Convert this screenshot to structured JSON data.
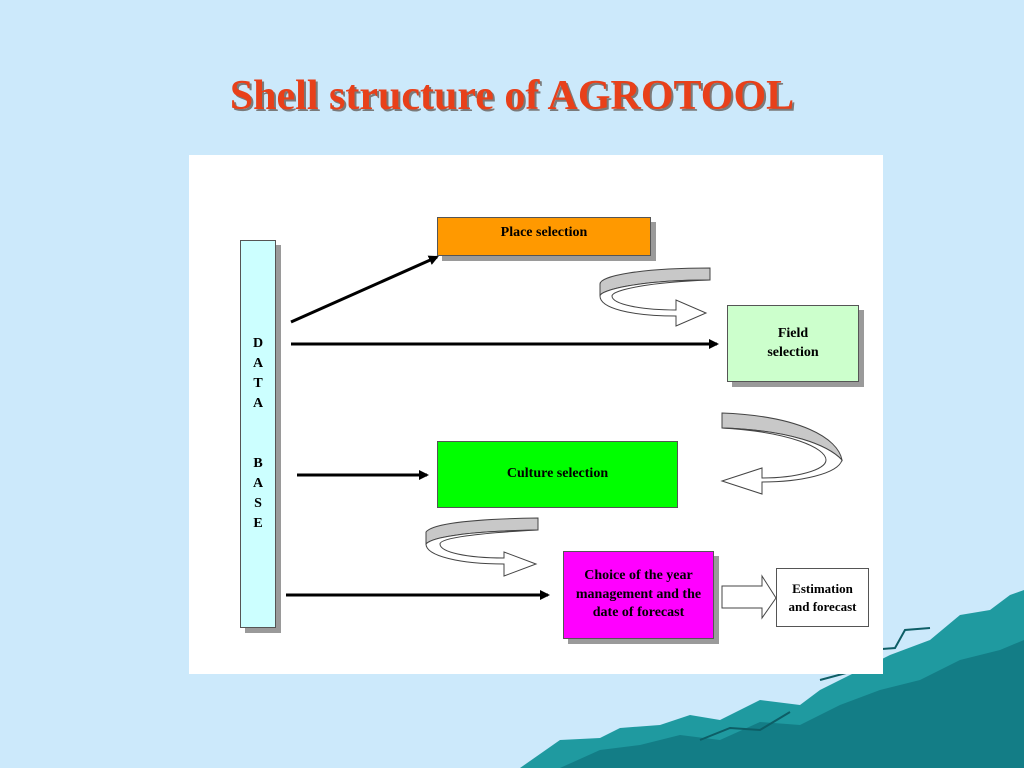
{
  "slide": {
    "title": "Shell structure of AGROTOOL"
  },
  "diagram": {
    "database_letters": [
      "D",
      "A",
      "T",
      "A",
      "",
      "B",
      "A",
      "S",
      "E"
    ],
    "place_selection": "Place selection",
    "field_selection": "Field selection",
    "culture_selection": "Culture selection",
    "choice": "Choice of the year management and the date of forecast",
    "estimation": "Estimation and forecast"
  },
  "colors": {
    "title": "#e8401a",
    "background": "#cce9fb",
    "database": "#ccffff",
    "place_selection": "#ff9900",
    "field_selection": "#ccffcc",
    "culture_selection": "#00ff00",
    "choice": "#ff00ff",
    "mountains": "#1f9aa0"
  }
}
